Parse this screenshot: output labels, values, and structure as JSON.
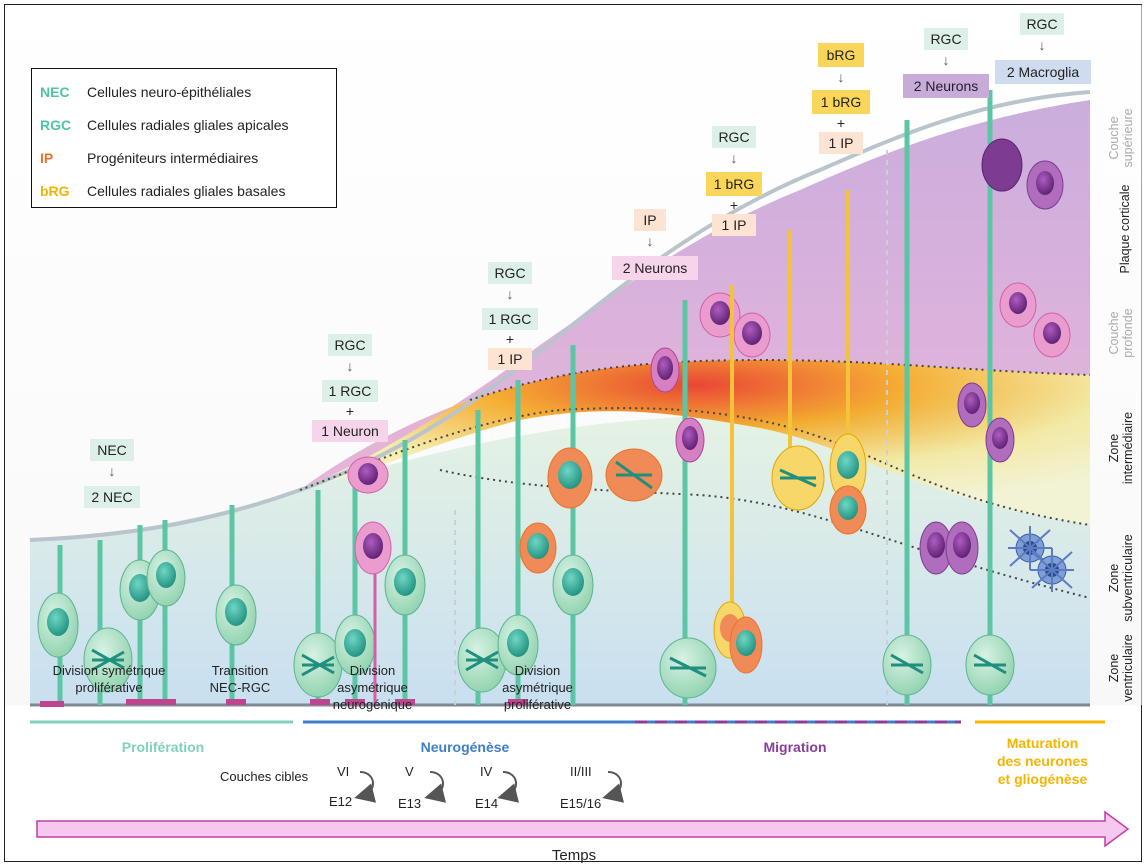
{
  "legend": [
    {
      "abbr": "NEC",
      "text": "Cellules neuro-épithéliales",
      "color": "#4fc3a3"
    },
    {
      "abbr": "RGC",
      "text": "Cellules radiales gliales apicales",
      "color": "#4fc3a3"
    },
    {
      "abbr": "IP",
      "text": "Progéniteurs intermédiaires",
      "color": "#e8742c"
    },
    {
      "abbr": "bRG",
      "text": "Cellules radiales gliales basales",
      "color": "#f0b400"
    }
  ],
  "divisions": {
    "d1": {
      "top": "NEC",
      "bottom": "2 NEC"
    },
    "d2": {
      "top": "RGC",
      "mid": "1 RGC",
      "plus": "+",
      "bottom": "1 Neuron"
    },
    "d3": {
      "top": "RGC",
      "mid": "1 RGC",
      "plus": "+",
      "bottom": "1 IP"
    },
    "d4": {
      "top": "IP",
      "bottom": "2 Neurons"
    },
    "d5": {
      "top": "RGC",
      "mid": "1 bRG",
      "plus": "+",
      "bottom": "1 IP"
    },
    "d6": {
      "top": "bRG",
      "mid": "1 bRG",
      "plus": "+",
      "bottom": "1 IP"
    },
    "d7": {
      "top": "RGC",
      "bottom": "2 Neurons"
    },
    "d8": {
      "top": "RGC",
      "bottom": "2 Macroglia"
    }
  },
  "arrow_glyph": "↓",
  "stage_labels": {
    "s1": "Division symétrique\nproliférative",
    "s2": "Transition\nNEC-RGC",
    "s3": "Division\nasymétrique\nneurogénique",
    "s4": "Division\nasymétrique\nproliférative"
  },
  "zones": {
    "couche_superieure": "Couche\nsupérieure",
    "plaque_corticale": "Plaque corticale",
    "couche_profonde": "Couche\nprofonde",
    "zone_intermediaire": "Zone\nintermédiaire",
    "zone_subventriculaire": "Zone\nsubventriculaire",
    "zone_ventriculaire": "Zone\nventriculaire"
  },
  "phases": {
    "proliferation": "Prolifération",
    "neurogenese": "Neurogénèse",
    "migration": "Migration",
    "maturation": "Maturation\ndes neurones\net gliogénèse"
  },
  "target_layers": {
    "label": "Couches cibles",
    "items": [
      {
        "layer": "VI",
        "day": "E12"
      },
      {
        "layer": "V",
        "day": "E13"
      },
      {
        "layer": "IV",
        "day": "E14"
      },
      {
        "layer": "II/III",
        "day": "E15/16"
      }
    ]
  },
  "time_label": "Temps",
  "colors": {
    "nec": "#4fc3a3",
    "ip": "#e8742c",
    "brg": "#f0b400",
    "neuron": "#d45fa6",
    "glia": "#3e5ea8",
    "proliferation": "#7fd1bd",
    "neurogenese": "#3f7fc8",
    "migration": "#8a3e9a",
    "maturation": "#f5b400",
    "time_arrow": "#f6c7ef"
  }
}
